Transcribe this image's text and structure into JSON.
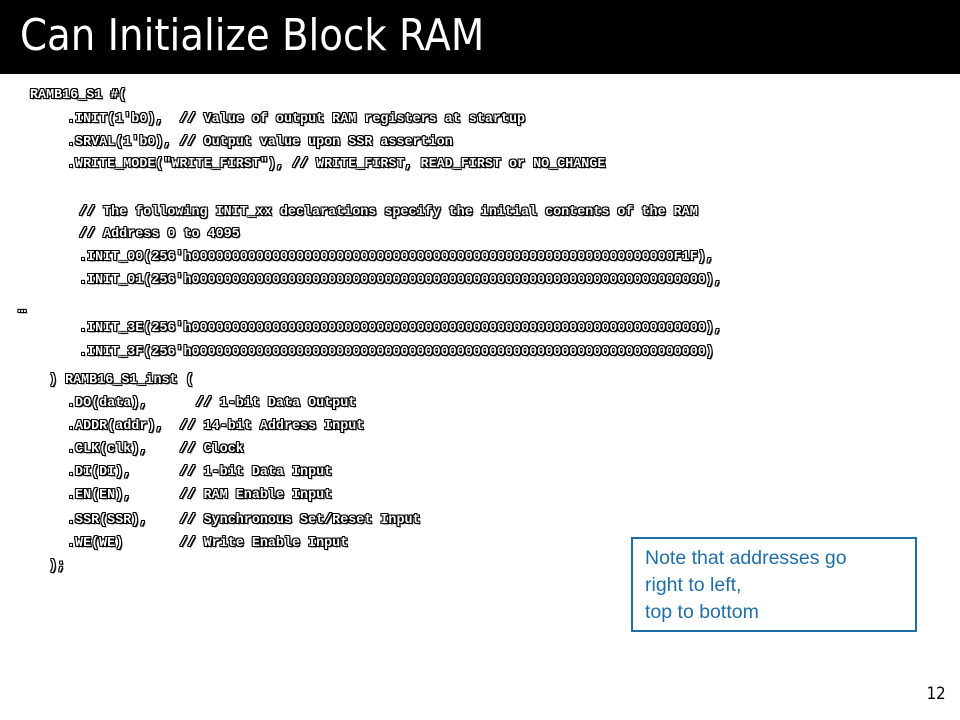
{
  "title": "Can Initialize Block RAM",
  "code_lines": [
    "RAMB16_S1 #(",
    ".INIT(1'b0),  // Value of output RAM registers at startup",
    ".SRVAL(1'b0), // Output value upon SSR assertion",
    ".WRITE_MODE(\"WRITE_FIRST\"), // WRITE_FIRST, READ_FIRST or NO_CHANGE",
    "// The following INIT_xx declarations specify the initial contents of the RAM",
    "// Address 0 to 4095",
    ".INIT_00(256'h000000000000000000000000000000000000000000000000000000000000F1F),",
    ".INIT_01(256'h0000000000000000000000000000000000000000000000000000000000000000),",
    "…",
    ".INIT_3E(256'h0000000000000000000000000000000000000000000000000000000000000000),",
    ".INIT_3F(256'h0000000000000000000000000000000000000000000000000000000000000000)",
    ") RAMB16_S1_inst (",
    ".DO(data),      // 1-bit Data Output",
    ".ADDR(addr),  // 14-bit Address Input",
    ".CLK(clk),    // Clock",
    ".DI(DI),      // 1-bit Data Input",
    ".EN(EN),      // RAM Enable Input",
    ".SSR(SSR),    // Synchronous Set/Reset Input",
    ".WE(WE)       // Write Enable Input",
    ");"
  ],
  "note": {
    "line1": "Note that addresses go",
    "line2": "right to left,",
    "line3": "top to bottom"
  },
  "page_number": "12"
}
